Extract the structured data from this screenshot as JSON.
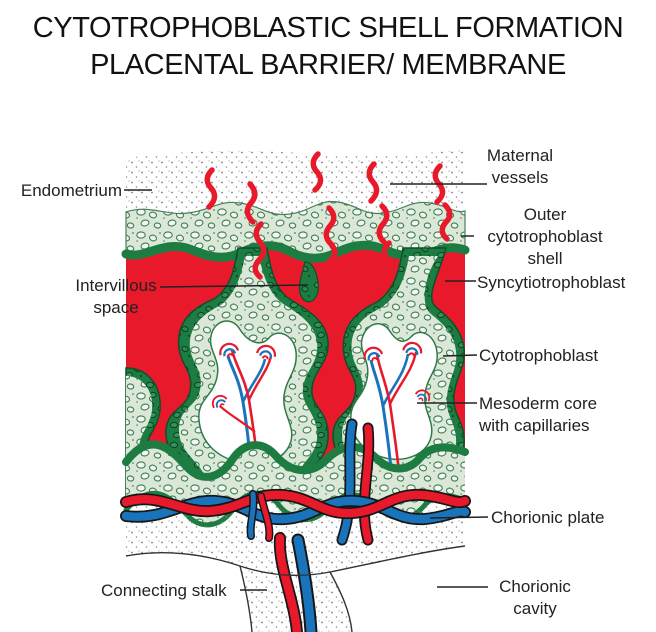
{
  "title": {
    "line1": "CYTOTROPHOBLASTIC SHELL FORMATION",
    "line2": "PLACENTAL BARRIER/ MEMBRANE"
  },
  "labels": {
    "endometrium": "Endometrium",
    "intervillous_space": "Intervillous\nspace",
    "connecting_stalk": "Connecting stalk",
    "maternal_vessels": "Maternal\nvessels",
    "outer_cytotrophoblast_shell": "Outer\ncytotrophoblast\nshell",
    "syncytiotrophoblast": "Syncytiotrophoblast",
    "cytotrophoblast": "Cytotrophoblast",
    "mesoderm_core": "Mesoderm core\nwith capillaries",
    "chorionic_plate": "Chorionic plate",
    "chorionic_cavity": "Chorionic\ncavity"
  },
  "colors": {
    "intervillous_blood_red": "#e8192b",
    "vessel_blue": "#1a74bc",
    "trophoblast_dark_green": "#1d7c41",
    "cell_layer_light_green": "#dbe8d8",
    "text": "#222222"
  }
}
